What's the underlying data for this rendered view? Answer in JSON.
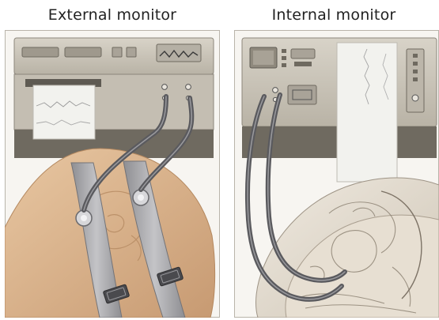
{
  "captions": {
    "left": "External monitor",
    "right": "Internal monitor"
  },
  "colors": {
    "machine_face": "#c9c3b6",
    "machine_dark": "#6f6a60",
    "paper": "#f2f2ee",
    "skin": "#d9b38d",
    "belt": "#a7a7a9",
    "cable": "#5a5a5e",
    "anatomy": "#e4ddd1"
  },
  "icons": [
    "fetal-monitor-machine",
    "strip-chart-paper",
    "abdominal-belt",
    "transducer",
    "electrode-lead",
    "uterus-cross-section"
  ]
}
